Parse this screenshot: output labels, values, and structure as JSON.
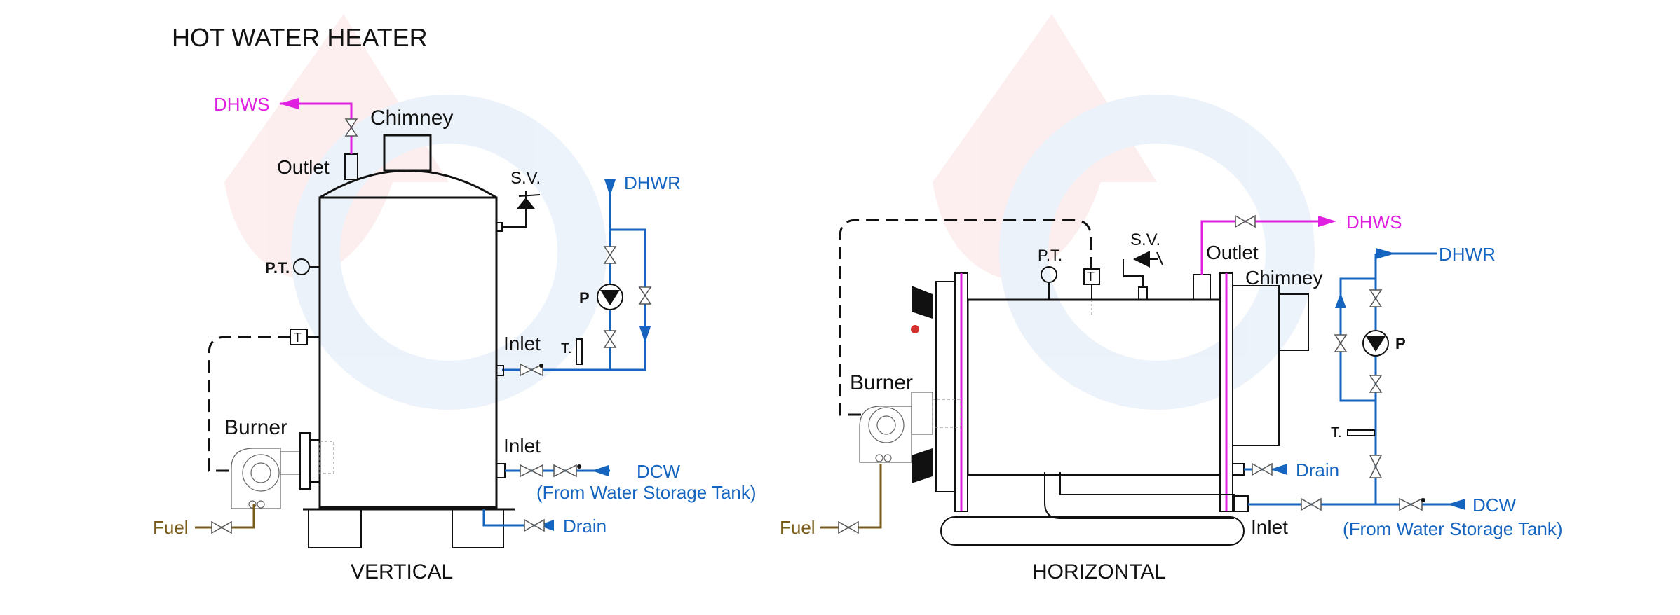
{
  "title": "HOT WATER HEATER",
  "vertical": {
    "caption": "VERTICAL",
    "dhws": "DHWS",
    "chimney": "Chimney",
    "outlet": "Outlet",
    "sv": "S.V.",
    "pt": "P.T.",
    "t_sensor": "T",
    "dhwr": "DHWR",
    "pump": "P",
    "thermometer": "T.",
    "inlet_upper": "Inlet",
    "inlet_lower": "Inlet",
    "burner": "Burner",
    "dcw": "DCW",
    "dcw_source": "(From Water Storage Tank)",
    "drain": "Drain",
    "fuel": "Fuel"
  },
  "horizontal": {
    "caption": "HORIZONTAL",
    "dhws": "DHWS",
    "outlet": "Outlet",
    "chimney": "Chimney",
    "sv": "S.V.",
    "pt": "P.T.",
    "t_sensor": "T",
    "dhwr": "DHWR",
    "pump": "P",
    "thermometer": "T.",
    "burner": "Burner",
    "drain": "Drain",
    "inlet": "Inlet",
    "dcw": "DCW",
    "dcw_source": "(From Water Storage Tank)",
    "fuel": "Fuel"
  },
  "colors": {
    "supply": "#e020e0",
    "water": "#1565c0",
    "fuel": "#7a5c1a",
    "line": "#111111"
  }
}
